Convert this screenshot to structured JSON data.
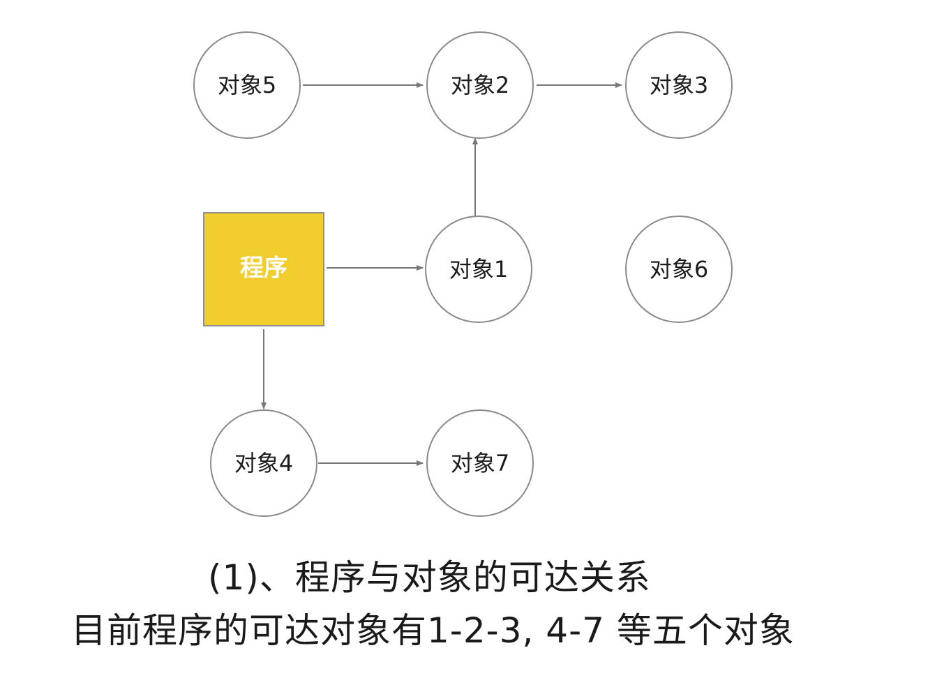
{
  "diagram": {
    "program": {
      "label": "程序"
    },
    "objects": {
      "obj1": {
        "label": "对象1"
      },
      "obj2": {
        "label": "对象2"
      },
      "obj3": {
        "label": "对象3"
      },
      "obj4": {
        "label": "对象4"
      },
      "obj5": {
        "label": "对象5"
      },
      "obj6": {
        "label": "对象6"
      },
      "obj7": {
        "label": "对象7"
      }
    },
    "edges": [
      {
        "from": "obj5",
        "to": "obj2"
      },
      {
        "from": "obj2",
        "to": "obj3"
      },
      {
        "from": "obj1",
        "to": "obj2"
      },
      {
        "from": "program",
        "to": "obj1"
      },
      {
        "from": "program",
        "to": "obj4"
      },
      {
        "from": "obj4",
        "to": "obj7"
      }
    ],
    "colors": {
      "program_fill": "#f2cd2e",
      "node_stroke": "#8a8a8a",
      "edge": "#777777"
    }
  },
  "caption": {
    "line1": "(1)、程序与对象的可达关系",
    "line2": "目前程序的可达对象有1-2-3, 4-7 等五个对象"
  }
}
